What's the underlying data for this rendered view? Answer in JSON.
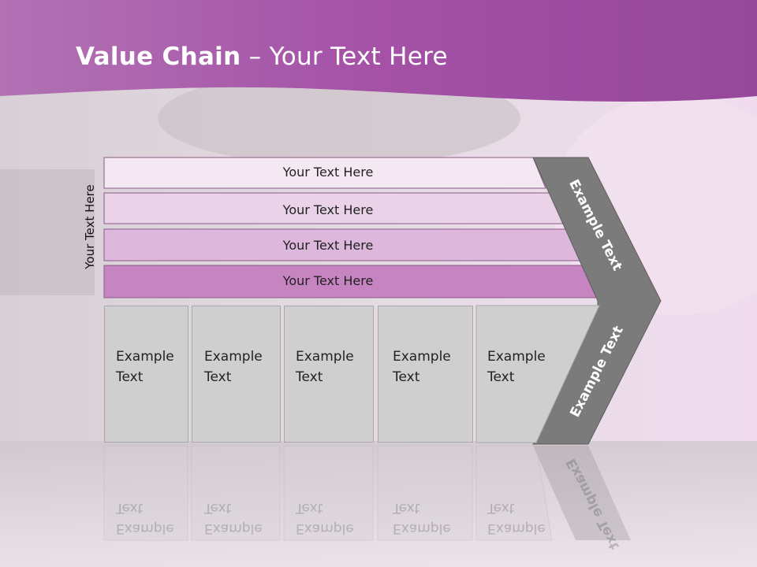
{
  "title": {
    "bold": "Value Chain",
    "rest": " – Your Text Here"
  },
  "side_label": "Your Text Here",
  "bands": [
    "Your Text Here",
    "Your Text Here",
    "Your Text Here",
    "Your Text Here"
  ],
  "boxes": [
    {
      "line1": "Example",
      "line2": "Text"
    },
    {
      "line1": "Example",
      "line2": "Text"
    },
    {
      "line1": "Example",
      "line2": "Text"
    },
    {
      "line1": "Example",
      "line2": "Text"
    },
    {
      "line1": "Example",
      "line2": "Text"
    }
  ],
  "chevron": {
    "top_label": "Example Text",
    "bottom_label": "Example Text"
  },
  "colors": {
    "header": "#a451a6",
    "band1": "#f4e9f3",
    "band2": "#ead2e8",
    "band3": "#ddb8dc",
    "band4": "#c685c1",
    "chevron": "#7b7b7b",
    "box": "#cfcfcf"
  }
}
